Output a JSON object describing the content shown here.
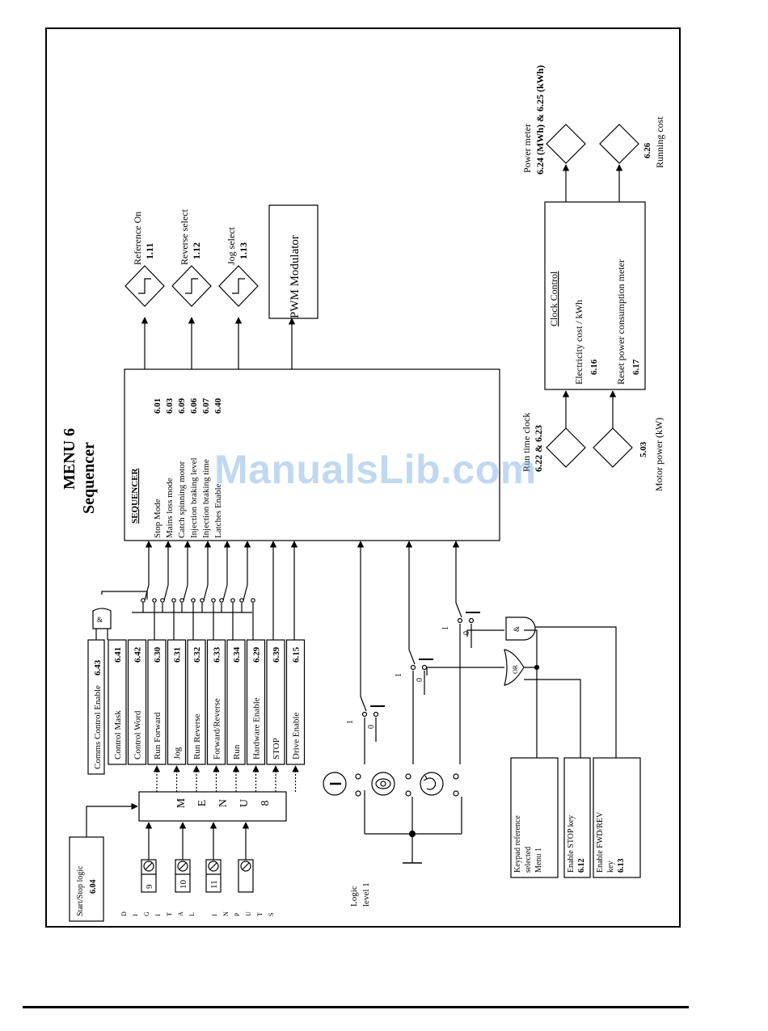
{
  "title": {
    "menu": "MENU 6",
    "name": "Sequencer"
  },
  "sequencer": {
    "heading": "SEQUENCER",
    "rows": [
      {
        "label": "Stop Mode",
        "param": "6.01"
      },
      {
        "label": "Mains loss mode",
        "param": "6.03"
      },
      {
        "label": "Catch spinning motor",
        "param": "6.09"
      },
      {
        "label": "Injection braking level",
        "param": "6.06"
      },
      {
        "label": "Injection braking time",
        "param": "6.07"
      },
      {
        "label": "Latches Enable",
        "param": "6.40"
      }
    ]
  },
  "outputs": [
    {
      "label": "Reference On",
      "param": "1.11"
    },
    {
      "label": "Reverse select",
      "param": "1.12"
    },
    {
      "label": "Jog select",
      "param": "1.13"
    }
  ],
  "pwm": {
    "label": "PWM Modulator"
  },
  "clock_control": {
    "heading": "Clock Control",
    "line1": "Electricity cost / kWh",
    "param1": "6.16",
    "line2": "Reset power consumption meter",
    "param2": "6.17"
  },
  "meters": {
    "power_meter_label": "Power meter",
    "power_meter_param": "6.24 (MWh) & 6.25 (kWh)",
    "running_cost_param": "6.26",
    "running_cost_label": "Running cost",
    "run_time_label": "Run time clock",
    "run_time_param": "6.22 & 6.23",
    "motor_power_param": "5.03",
    "motor_power_label": "Motor power (kW)"
  },
  "comms": {
    "enable_label": "Comms Control Enable",
    "enable_param": "6.43",
    "rows": [
      {
        "label": "Control Mask",
        "param": "6.41"
      },
      {
        "label": "Control Word",
        "param": "6.42"
      },
      {
        "label": "Run Forward",
        "param": "6.30"
      },
      {
        "label": "Jog",
        "param": "6.31"
      },
      {
        "label": "Run Reverse",
        "param": "6.32"
      },
      {
        "label": "Forward/Reverse",
        "param": "6.33"
      },
      {
        "label": "Run",
        "param": "6.34"
      },
      {
        "label": "Hardware Enable",
        "param": "6.29"
      },
      {
        "label": "STOP",
        "param": "6.39"
      },
      {
        "label": "Drive Enable",
        "param": "6.15"
      }
    ]
  },
  "menu8": {
    "letters": [
      "M",
      "E",
      "N",
      "U",
      "8"
    ]
  },
  "terminals": [
    "9",
    "10",
    "11"
  ],
  "digital_inputs_label": [
    "D",
    "I",
    "G",
    "I",
    "T",
    "A",
    "L",
    "",
    "I",
    "N",
    "P",
    "U",
    "T",
    "S"
  ],
  "start_stop": {
    "label": "Start/Stop logic",
    "param": "6.04"
  },
  "logic_level": {
    "line1": "Logic",
    "line2": "level 1"
  },
  "keypad": [
    {
      "lines": [
        "Keypad reference",
        "selected",
        "Menu 1"
      ],
      "param": ""
    },
    {
      "lines": [
        "Enable STOP key"
      ],
      "param": "6.12"
    },
    {
      "lines": [
        "Enable FWD/REV",
        "key"
      ],
      "param": "6.13"
    }
  ],
  "gates": {
    "and": "&",
    "or": "OR"
  },
  "switch_levels": {
    "one": "1",
    "zero": "0"
  },
  "watermark": "ManualsLib.com"
}
